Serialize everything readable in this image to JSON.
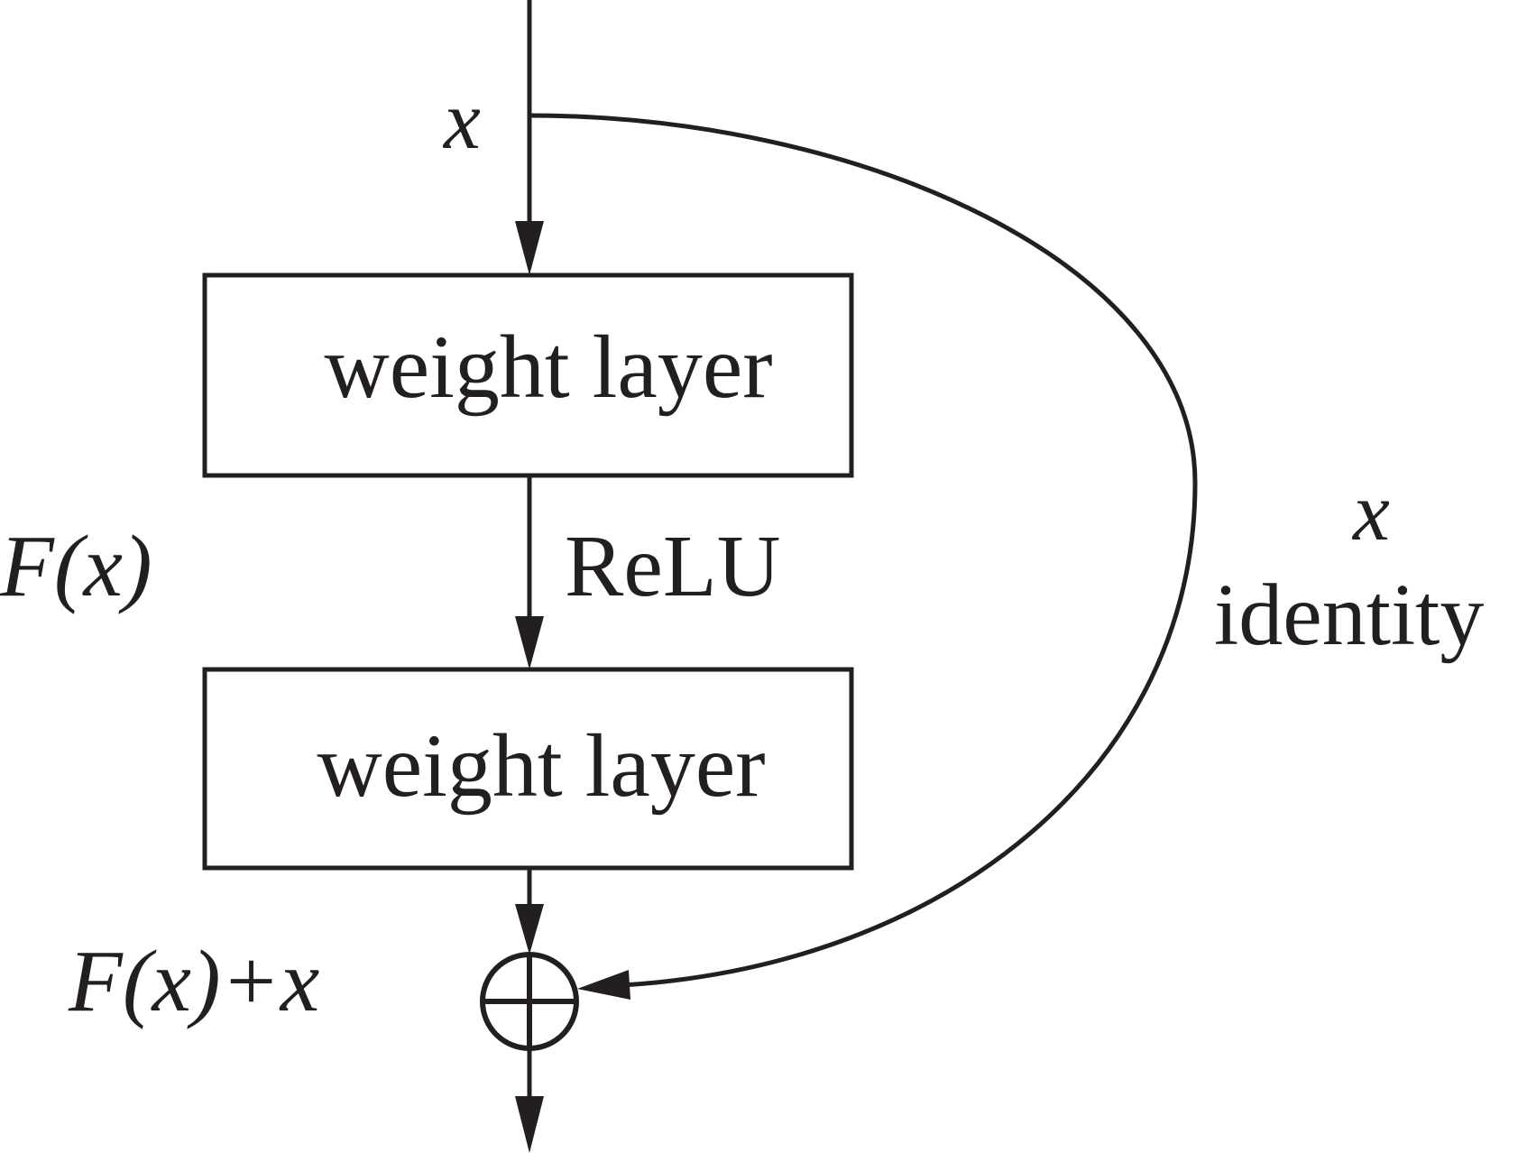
{
  "diagram": {
    "input_label": "x",
    "blocks": [
      {
        "label": "weight layer"
      },
      {
        "label": "weight layer"
      }
    ],
    "activation_label": "ReLU",
    "residual_label": "F(x)",
    "output_label": "F(x)+x",
    "shortcut": {
      "var_label": "x",
      "name_label": "identity"
    },
    "sum_node": "⊕",
    "colors": {
      "stroke": "#231f20",
      "background": "#ffffff"
    }
  }
}
